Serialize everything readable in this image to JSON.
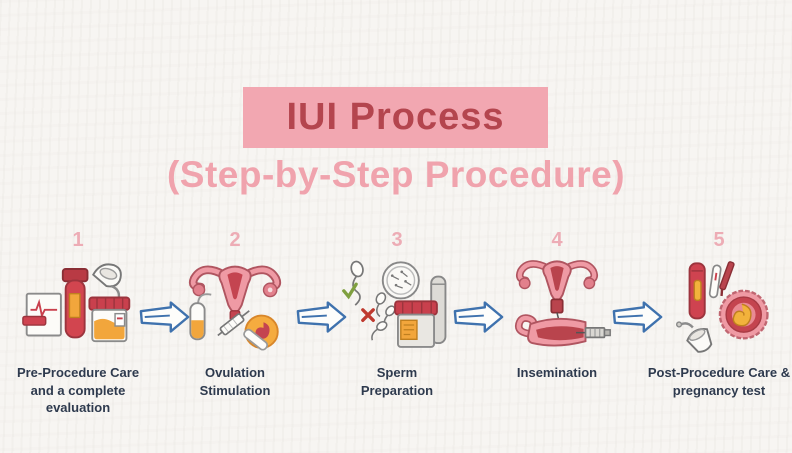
{
  "header": {
    "title": "IUI Process",
    "subtitle": "(Step-by-Step Procedure)"
  },
  "steps": [
    {
      "number": "1",
      "label": "Pre-Procedure Care and a complete evaluation",
      "icon": "medical-tests-illustration"
    },
    {
      "number": "2",
      "label": "Ovulation Stimulation",
      "icon": "uterus-stimulation-illustration"
    },
    {
      "number": "3",
      "label": "Sperm Preparation",
      "icon": "sperm-sample-illustration"
    },
    {
      "number": "4",
      "label": "Insemination",
      "icon": "uterus-insemination-illustration"
    },
    {
      "number": "5",
      "label": "Post-Procedure Care & pregnancy test",
      "icon": "pregnancy-test-illustration"
    }
  ],
  "arrows": {
    "count": 4,
    "direction": "right",
    "style": "hand-drawn outline arrow"
  },
  "colors": {
    "background": "#f7f5f2",
    "banner_bg": "#f2a7b1",
    "title_color": "#b4454e",
    "subtitle_color": "#f0a3ad",
    "step_number_color": "#edacb5",
    "label_color": "#2e3a4e",
    "arrow_color": "#3f72ae",
    "illustration_red": "#c9404d",
    "illustration_pink": "#ef9aa4",
    "illustration_orange": "#f2a63c"
  }
}
